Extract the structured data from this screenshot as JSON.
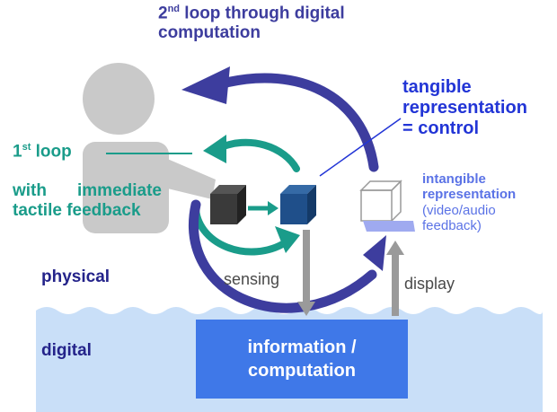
{
  "loop2": {
    "line1_main": "2",
    "line1_sup": "nd",
    "line1_rest": " loop through digital",
    "line2": "computation"
  },
  "loop1": {
    "main": "1",
    "sup": "st",
    "rest": " loop",
    "with": "with",
    "immediate": "immediate",
    "tactile": "tactile feedback"
  },
  "tangible": {
    "line1": "tangible",
    "line2": "representation",
    "line3": "= control"
  },
  "intangible": {
    "line1": "intangible",
    "line2": "representation",
    "line3": "(video/audio",
    "line4": "feedback)"
  },
  "layers": {
    "physical": "physical",
    "digital": "digital"
  },
  "arrows": {
    "sensing": "sensing",
    "display": "display"
  },
  "info_box": {
    "line1": "information /",
    "line2": "computation"
  },
  "colors": {
    "loop2": "#3d3d9e",
    "loop1": "#1a9c8a",
    "tangible": "#2235d6",
    "intangible": "#5b73e6",
    "water": "#c9dff8",
    "info_box": "#3f78e8"
  }
}
